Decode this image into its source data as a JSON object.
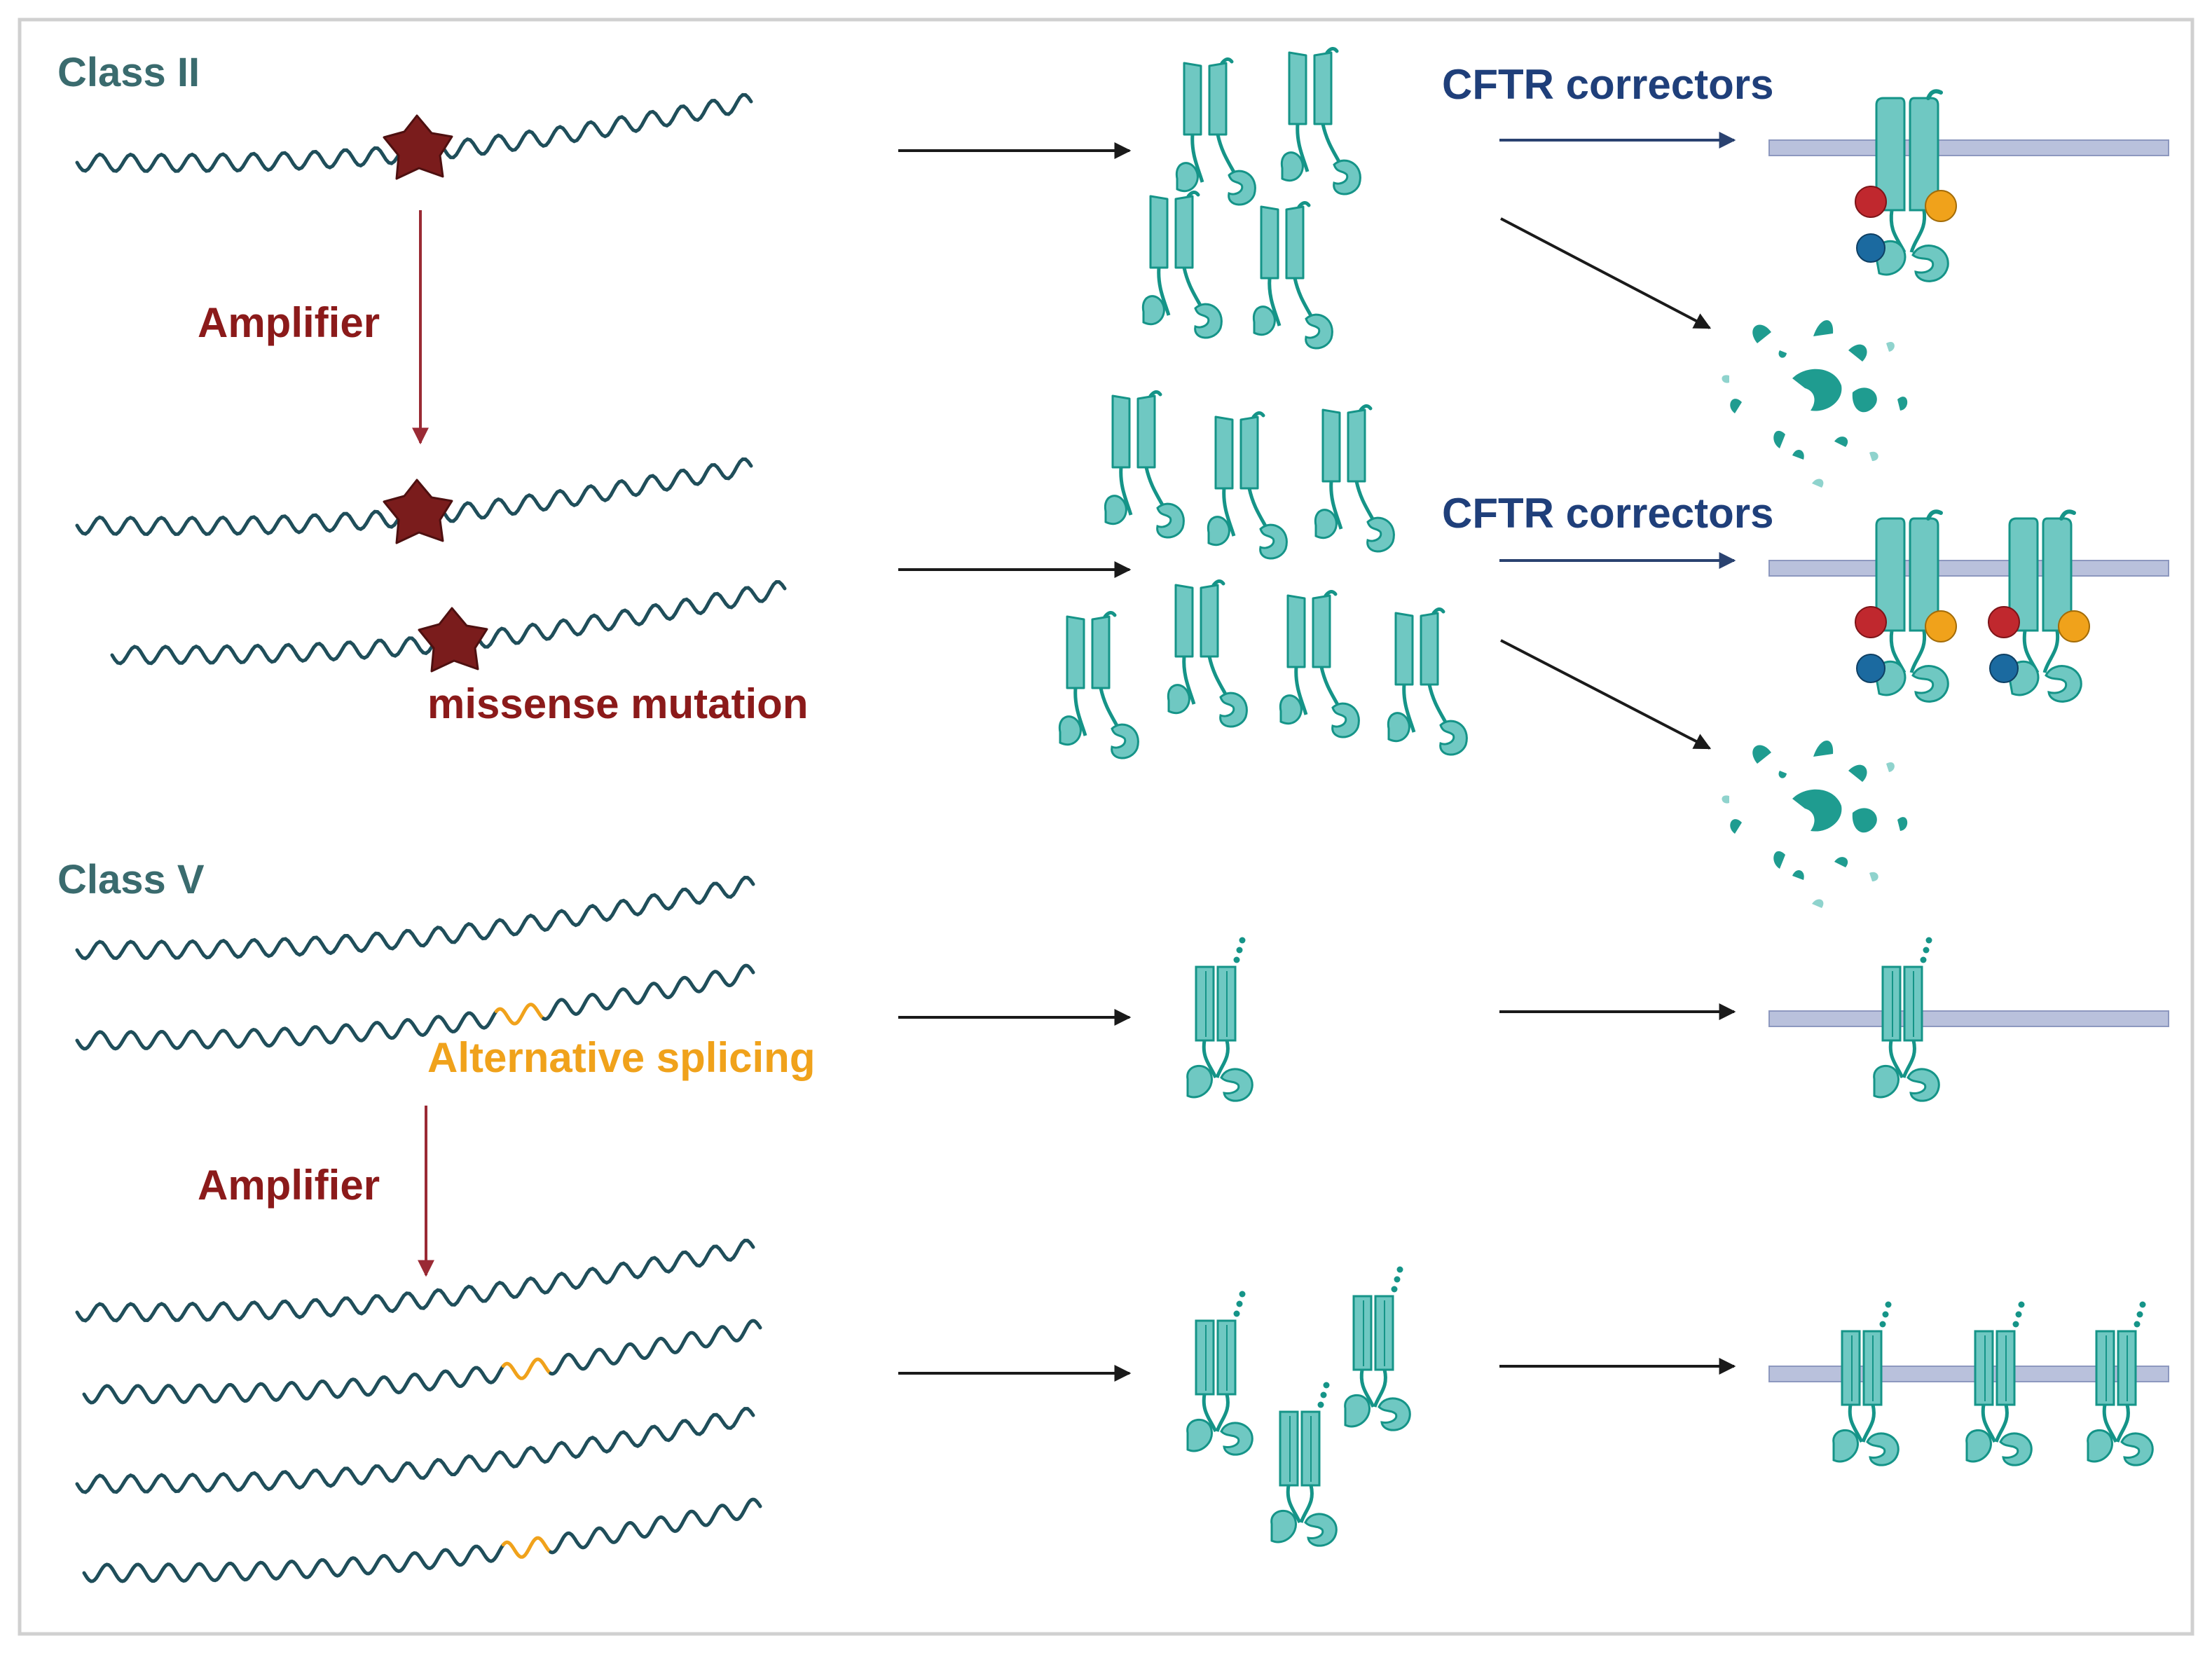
{
  "labels": {
    "class_ii": "Class II",
    "class_v": "Class V",
    "amplifier_top": "Amplifier",
    "amplifier_bottom": "Amplifier",
    "missense": "missense mutation",
    "alt_splicing": "Alternative splicing",
    "correctors_1": "CFTR correctors",
    "correctors_2": "CFTR correctors"
  },
  "colors": {
    "frame": "#d0d0d0",
    "mrna": "#1f4e5a",
    "class_label": "#3a6b6e",
    "amplifier": "#8b1a1a",
    "star": "#7a1c1c",
    "splice": "#f0a21b",
    "corrector": "#1f3f7a",
    "corrector_arrow": "#2a4270",
    "arrow": "#1a1a1a",
    "protein_fill": "#6fc8c2",
    "protein_stroke": "#159488",
    "fragment": "#1f9c90",
    "membrane": "#b9c1dc",
    "membrane_edge": "#8d98bf",
    "ball_red": "#c0282e",
    "ball_orange": "#f0a21b",
    "ball_blue": "#1b6aa0"
  },
  "icons": [
    "mrna-strand",
    "mutation-star-icon",
    "cftr-protein-icon",
    "membrane-icon",
    "degraded-protein-icon",
    "corrector-binding-ball-icon"
  ]
}
